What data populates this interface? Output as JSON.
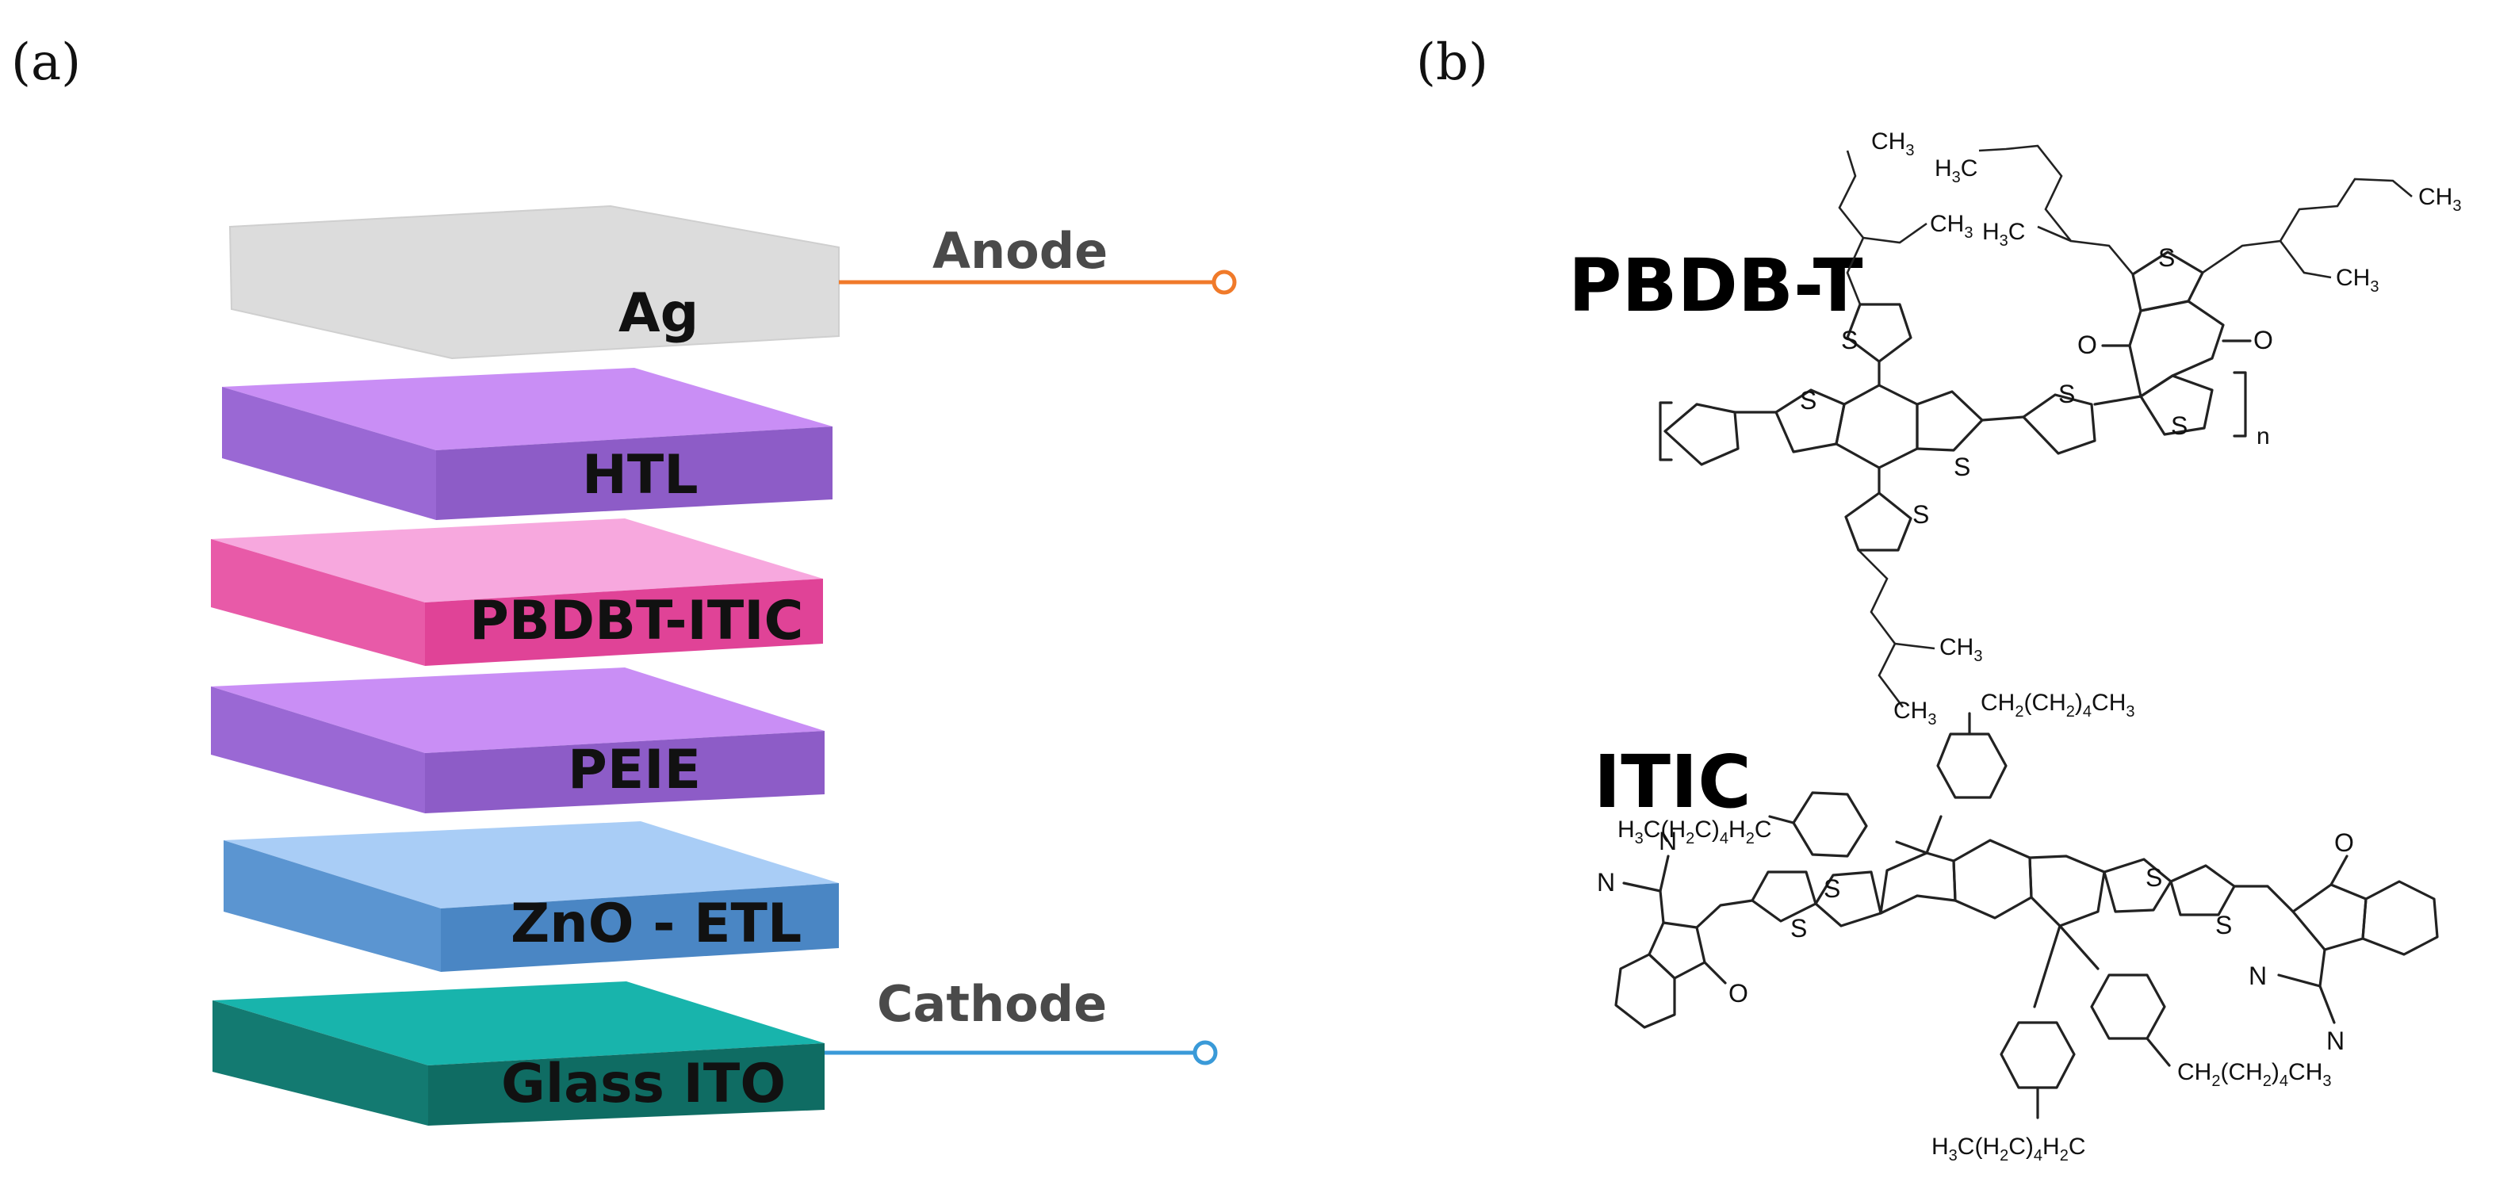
{
  "panels": {
    "a_label": "(a)",
    "b_label": "(b)"
  },
  "device_stack": {
    "layers": [
      {
        "name": "Ag",
        "top_color": "#dcdcdc",
        "side_color": "#c8c8c8"
      },
      {
        "name": "HTL",
        "top_color": "#c98ef5",
        "side_color": "#8d5cc7"
      },
      {
        "name": "PBDBT-ITIC",
        "top_color": "#f49ad8",
        "side_color": "#e04397"
      },
      {
        "name": "PEIE",
        "top_color": "#c98ef5",
        "side_color": "#8d5cc7"
      },
      {
        "name": "ZnO - ETL",
        "top_color": "#a9cdf6",
        "side_color": "#4a86c4"
      },
      {
        "name": "Glass ITO",
        "top_color": "#18b4ac",
        "side_color": "#0f6c63"
      }
    ],
    "anode": {
      "label": "Anode",
      "color": "#f07a2a"
    },
    "cathode": {
      "label": "Cathode",
      "color": "#3a9ad8"
    }
  },
  "molecules": {
    "pbdbt": {
      "name": "PBDB-T",
      "labels": {
        "ch3_1": "CH3",
        "h3c_1": "H3C",
        "ch3_2": "CH3",
        "h3c_2": "H3C",
        "ch3_3": "CH3",
        "ch3_4": "CH3",
        "ch3_5": "CH3",
        "ch3_6": "CH3",
        "o1": "O",
        "o2": "O",
        "n": "n"
      }
    },
    "itic": {
      "name": "ITIC",
      "labels": {
        "chain_top_right": "CH2(CH2)4CH3",
        "chain_top_left": "H3C(H2C)4H2C",
        "chain_bottom_right": "CH2(CH2)4CH3",
        "chain_bottom_left": "H3C(H2C)4H2C",
        "n1": "N",
        "n2": "N",
        "n3": "N",
        "n4": "N",
        "o1": "O",
        "o2": "O"
      }
    }
  }
}
